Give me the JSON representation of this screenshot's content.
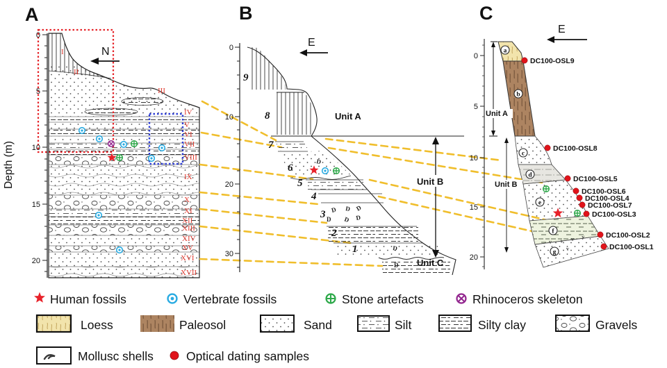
{
  "figure": {
    "panelA": {
      "label": "A",
      "compass": "N",
      "axis_label": "Depth (m)",
      "depth_ticks": [
        "0",
        "5",
        "10",
        "15",
        "20"
      ],
      "layers": [
        "I",
        "II",
        "III",
        "IV",
        "V",
        "VI",
        "VII",
        "VIII",
        "IX",
        "X",
        "XI",
        "XII",
        "XIII",
        "XIV",
        "XV",
        "XVI",
        "XVII"
      ]
    },
    "panelB": {
      "label": "B",
      "compass": "E",
      "depth_ticks": [
        "0",
        "10",
        "20",
        "30"
      ],
      "layers": [
        "9",
        "8",
        "7",
        "6",
        "5",
        "4",
        "3",
        "2",
        "1"
      ],
      "units": {
        "a": "Unit A",
        "b": "Unit B",
        "c": "Unit C"
      }
    },
    "panelC": {
      "label": "C",
      "compass": "E",
      "depth_ticks": [
        "0",
        "5",
        "10",
        "15",
        "20"
      ],
      "layers": [
        "a",
        "b",
        "c",
        "d",
        "e",
        "f",
        "g"
      ],
      "units": {
        "a": "Unit A",
        "b": "Unit B"
      },
      "osl_samples": [
        "DC100-OSL9",
        "DC100-OSL8",
        "DC100-OSL5",
        "DC100-OSL6",
        "DC100-OSL4",
        "DC100-OSL7",
        "DC100-OSL3",
        "DC100-OSL2",
        "DC100-OSL1"
      ]
    },
    "legend": {
      "fossil_symbols": [
        {
          "icon": "human-fossil-star",
          "label": "Human fossils",
          "color": "#E8222A"
        },
        {
          "icon": "vertebrate-fossil-circle",
          "label": "Vertebrate fossils",
          "color": "#29ABE2"
        },
        {
          "icon": "stone-artefact-circle",
          "label": "Stone artefacts",
          "color": "#2EA94A"
        },
        {
          "icon": "rhinoceros-circle",
          "label": "Rhinoceros skeleton",
          "color": "#93278F"
        }
      ],
      "lithology": [
        {
          "swatch": "loess",
          "label": "Loess"
        },
        {
          "swatch": "paleosol",
          "label": "Paleosol"
        },
        {
          "swatch": "sand",
          "label": "Sand"
        },
        {
          "swatch": "silt",
          "label": "Silt"
        },
        {
          "swatch": "silty-clay",
          "label": "Silty clay"
        },
        {
          "swatch": "gravels",
          "label": "Gravels"
        }
      ],
      "other": [
        {
          "swatch": "mollusc-shells",
          "label": "Mollusc shells"
        },
        {
          "icon": "red-dot",
          "label": "Optical dating samples"
        }
      ]
    },
    "glyphs": {
      "shell": "D",
      "shell_v": "v"
    },
    "colors": {
      "correlation_line": "#F0BE2C",
      "red_box": "#E62227",
      "blue_box": "#2B3BD6",
      "layer_label": "#E03C31",
      "loess": "#F2E4AC",
      "paleosol": "#AD8461",
      "silt_gray": "#E7E6E1",
      "silty_clay_green": "#EEF3DF",
      "osl_dot": "#E0141B",
      "human_fossil": "#E8222A",
      "vertebrate_fossil": "#29ABE2",
      "stone_artefact": "#2EA94A",
      "rhinoceros": "#93278F"
    }
  }
}
